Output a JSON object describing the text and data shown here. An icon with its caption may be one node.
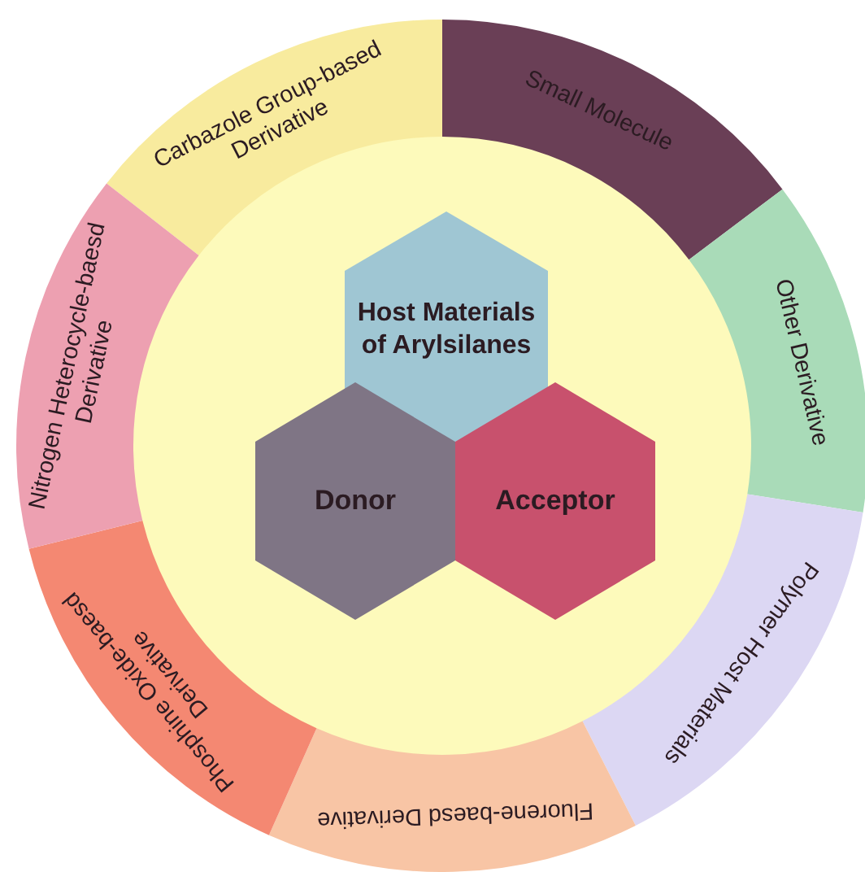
{
  "diagram": {
    "nodes": [
      {
        "text": [
          "Host Materials of Arylsilanes"
        ]
      },
      {
        "text": [
          "Donor"
        ]
      },
      {
        "text": [
          "Acceptor"
        ]
      },
      {
        "text": [
          "Carbazole Group-based Derivative"
        ]
      },
      {
        "text": [
          "Small Molecule"
        ]
      },
      {
        "text": [
          "Other Derivative"
        ]
      },
      {
        "text": [
          "Polymer Host Materials"
        ]
      },
      {
        "text": [
          "Fluorene-baesd Derivative"
        ]
      },
      {
        "text": [
          "Phosphine Oxide-baesd Derivative"
        ]
      },
      {
        "text": [
          "Nitrogen Heterocycle-baesd Derivative"
        ]
      }
    ]
  }
}
